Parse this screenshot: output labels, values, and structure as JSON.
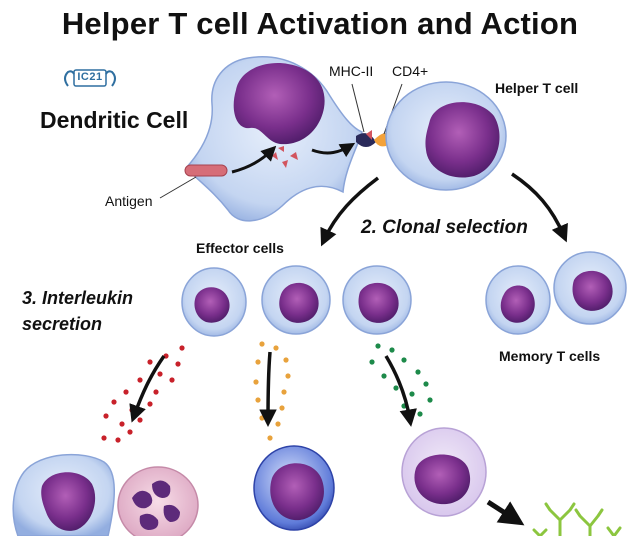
{
  "title": "Helper T cell Activation and Action",
  "labels": {
    "dendritic_cell": "Dendritic Cell",
    "helper_t_cell": "Helper T cell",
    "mhc_ii": "MHC-II",
    "cd4": "CD4+",
    "antigen": "Antigen",
    "clonal_selection": "2. Clonal selection",
    "effector_cells": "Effector cells",
    "interleukin": "3. Interleukin secretion",
    "memory_t_cells": "Memory T cells"
  },
  "logo": {
    "text": "IC21"
  },
  "colors": {
    "cell_membrane": "#b9cdee",
    "nucleus": "#7a2f8c",
    "antigen": "#d66d78",
    "mhc_ii": "#2a2a5a",
    "cd4": "#f3a23a",
    "cytokine_red": "#c8212a",
    "cytokine_orange": "#e8a23c",
    "cytokine_green": "#1d8a4a",
    "antibody": "#8cc63f"
  }
}
